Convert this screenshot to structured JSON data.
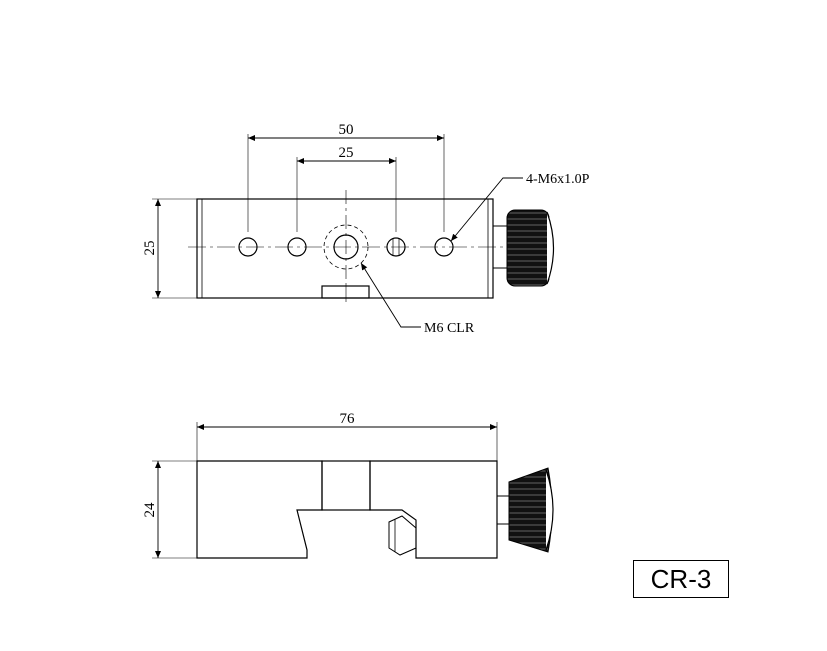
{
  "dimensions": {
    "top_outer_spacing": "50",
    "top_inner_spacing": "25",
    "top_height": "25",
    "side_length": "76",
    "side_height": "24"
  },
  "callouts": {
    "tapped_holes": "4-M6x1.0P",
    "clearance_hole": "M6 CLR"
  },
  "model_label": "CR-3"
}
